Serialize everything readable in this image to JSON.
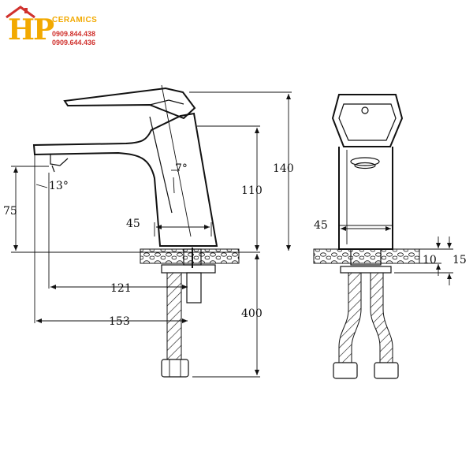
{
  "logo": {
    "mark": "HP",
    "brand": "CERAMICS",
    "phone_1": "0909.844.438",
    "phone_2": "0909.644.436",
    "color_brand": "#f2a900",
    "color_phone": "#d0312d"
  },
  "dimensions": {
    "angle_spout": "13°",
    "angle_body": "7°",
    "height_spout_75": "75",
    "base_width_45_side": "45",
    "height_body_110": "110",
    "overall_height_140": "140",
    "depth_121": "121",
    "depth_153": "153",
    "hose_length_400": "400",
    "base_width_45_front": "45",
    "deck_10": "10",
    "deck_15": "15"
  }
}
